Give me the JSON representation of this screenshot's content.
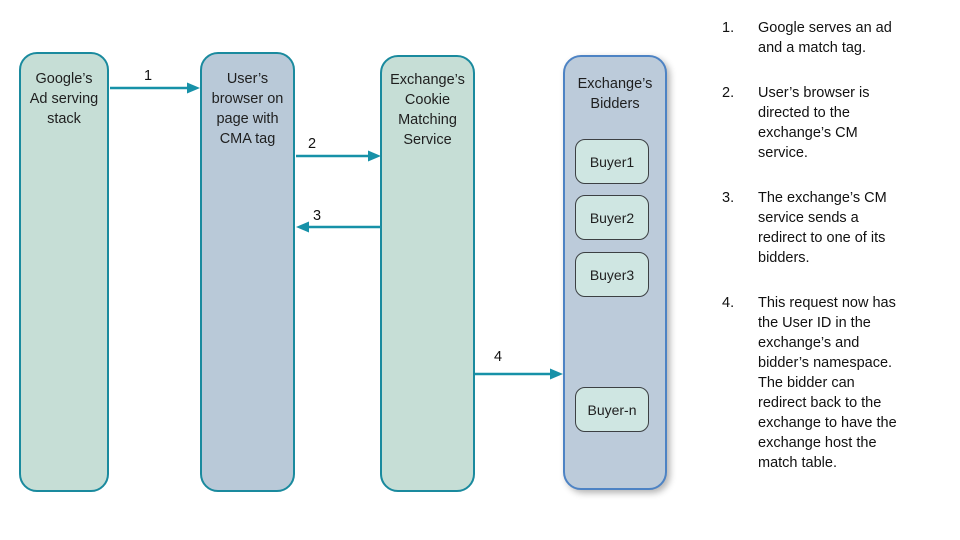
{
  "colors": {
    "arrow_teal": "#1791a8",
    "green_box_fill": "#c6ded6",
    "green_box_border": "#1a8a9e",
    "blue_box_fill": "#b9c9d8",
    "bidders_box_fill": "#bccbda",
    "bidders_box_border": "#4d83c4",
    "buyer_fill": "#cfe6e2",
    "buyer_border": "#3c4043"
  },
  "nodes": {
    "google": {
      "label": "Google’s\nAd serving\nstack"
    },
    "browser": {
      "label": "User’s\nbrowser on\npage with\nCMA tag"
    },
    "cm_service": {
      "label": "Exchange’s\nCookie\nMatching\nService"
    },
    "bidders": {
      "label": "Exchange’s\nBidders",
      "buyers": [
        "Buyer1",
        "Buyer2",
        "Buyer3",
        "Buyer-n"
      ]
    }
  },
  "arrows": [
    {
      "label": "1"
    },
    {
      "label": "2"
    },
    {
      "label": "3"
    },
    {
      "label": "4"
    }
  ],
  "notes": [
    {
      "num": "1.",
      "text": "Google serves an ad\nand a match tag."
    },
    {
      "num": "2.",
      "text": "User’s browser is\ndirected to the\nexchange’s CM\nservice."
    },
    {
      "num": "3.",
      "text": "The exchange’s CM\nservice sends a\nredirect to one of its\nbidders."
    },
    {
      "num": "4.",
      "text": "This request now has\nthe User ID in the\nexchange’s and\nbidder’s namespace.\nThe bidder can\nredirect back to the\nexchange to have the\nexchange host the\nmatch table."
    }
  ]
}
